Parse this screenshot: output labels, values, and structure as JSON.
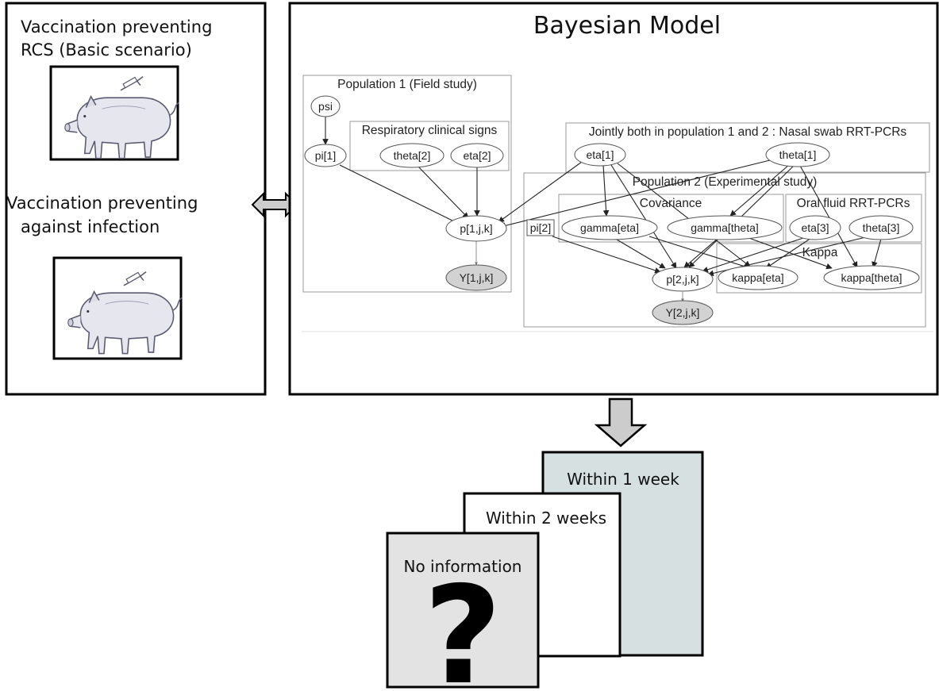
{
  "colors": {
    "card_week1_fill": "#d7e0e0",
    "card_week2_fill": "#ffffff",
    "card_noinfo_fill": "#e3e3e3",
    "observed_node_fill": "#d2d2d2",
    "arrow_fill": "#cccccc"
  },
  "icons": {
    "pig": "pig-with-syringe-icon",
    "bidirectional": "double-headed-arrow-icon",
    "down": "down-arrow-icon"
  },
  "scenarios": {
    "rcs_line1": "Vaccination preventing",
    "rcs_line2": "RCS (Basic scenario)",
    "infection_line1": "Vaccination preventing",
    "infection_line2": "against infection"
  },
  "model": {
    "title": "Bayesian Model",
    "plates": {
      "pop1": "Population 1 (Field study)",
      "respiratory": "Respiratory clinical signs",
      "jointly": "Jointly both in population 1 and 2 : Nasal swab RRT-PCRs",
      "pop2": "Population 2 (Experimental study)",
      "covariance": "Covariance",
      "oral": "Oral fluid RRT-PCRs",
      "kappa": "Kappa"
    },
    "nodes": {
      "psi": "psi",
      "pi1": "pi[1]",
      "theta2": "theta[2]",
      "eta2": "eta[2]",
      "p1": "p[1,j,k]",
      "y1": "Y[1,j,k]",
      "eta1": "eta[1]",
      "theta1": "theta[1]",
      "pi2": "pi[2]",
      "gamma_eta": "gamma[eta]",
      "gamma_theta": "gamma[theta]",
      "eta3": "eta[3]",
      "theta3": "theta[3]",
      "p2": "p[2,j,k]",
      "kappa_eta": "kappa[eta]",
      "kappa_theta": "kappa[theta]",
      "y2": "Y[2,j,k]"
    }
  },
  "outputs": {
    "week1": "Within 1 week",
    "week2": "Within 2 weeks",
    "no_info": "No information",
    "question_mark": "?"
  }
}
